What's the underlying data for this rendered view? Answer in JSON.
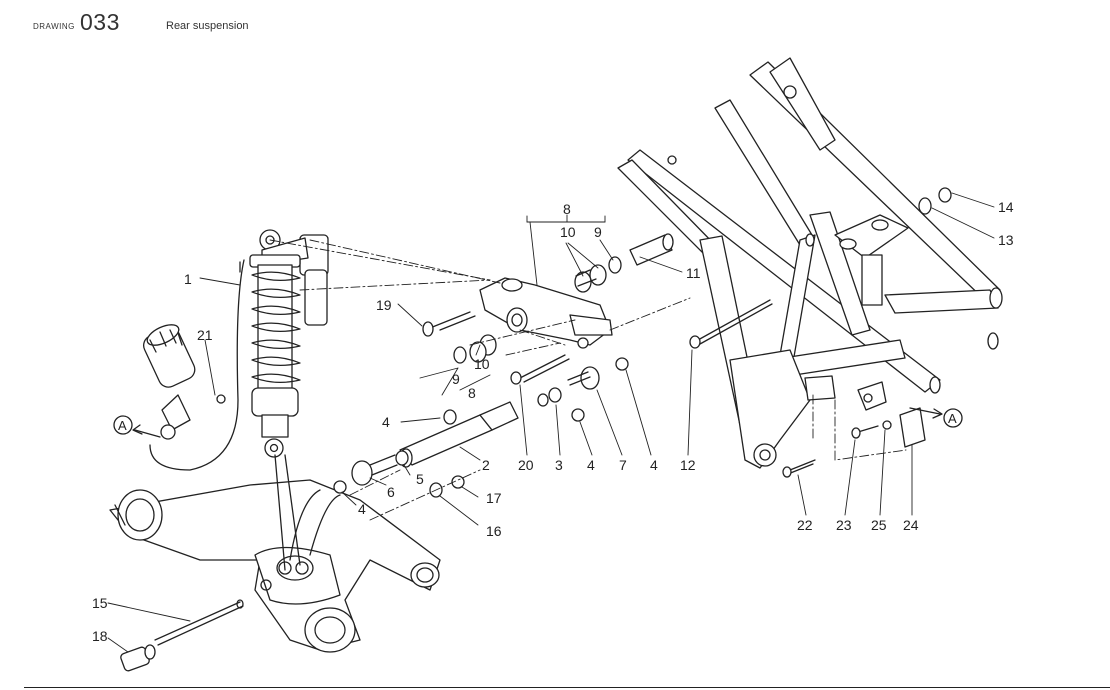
{
  "header": {
    "drawing_label": "DRAWING",
    "drawing_number": "033",
    "title": "Rear suspension"
  },
  "callouts": [
    "1",
    "2",
    "3",
    "4",
    "4",
    "4",
    "4",
    "5",
    "6",
    "7",
    "8",
    "8",
    "9",
    "9",
    "10",
    "10",
    "11",
    "12",
    "13",
    "14",
    "15",
    "16",
    "17",
    "18",
    "19",
    "20",
    "21",
    "22",
    "23",
    "24",
    "25"
  ],
  "view_refs": {
    "left": "A",
    "right": "A"
  }
}
